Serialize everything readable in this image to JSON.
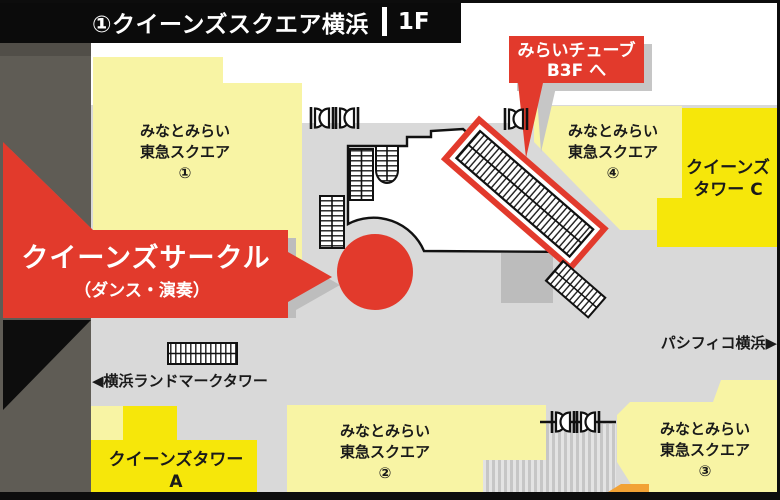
{
  "title": {
    "main": "①クイーンズスクエア横浜",
    "floor": "1F"
  },
  "callout": {
    "line1": "みらいチューブ",
    "line2": "B3F へ"
  },
  "banner": {
    "line1": "クイーンズサークル",
    "line2": "（ダンス・演奏）"
  },
  "areas": {
    "tokyu1": {
      "line1": "みなとみらい",
      "line2": "東急スクエア",
      "num": "①"
    },
    "tokyu2": {
      "line1": "みなとみらい",
      "line2": "東急スクエア",
      "num": "②"
    },
    "tokyu3": {
      "line1": "みなとみらい",
      "line2": "東急スクエア",
      "num": "③"
    },
    "tokyu4": {
      "line1": "みなとみらい",
      "line2": "東急スクエア",
      "num": "④"
    },
    "towerC": {
      "line1": "クイーンズ",
      "line2": "タワー C"
    },
    "towerA": {
      "line1": "クイーンズタワー",
      "line2": "A"
    }
  },
  "directions": {
    "landmark": "◀横浜ランドマークタワー",
    "pacifico": "パシフィコ横浜▶"
  },
  "icons": {
    "revolving_door": "revolving-door",
    "stairs": "stairs",
    "escalator": "escalator",
    "event_spot": "red-circle"
  },
  "colors": {
    "accent_red": "#e23a2c",
    "pale_yellow": "#f8f4a4",
    "bright_yellow": "#f6e70a",
    "map_gray": "#d9d9d9",
    "band_gray": "#5f5c55",
    "orange": "#f2a235",
    "black": "#0d0d0d"
  }
}
